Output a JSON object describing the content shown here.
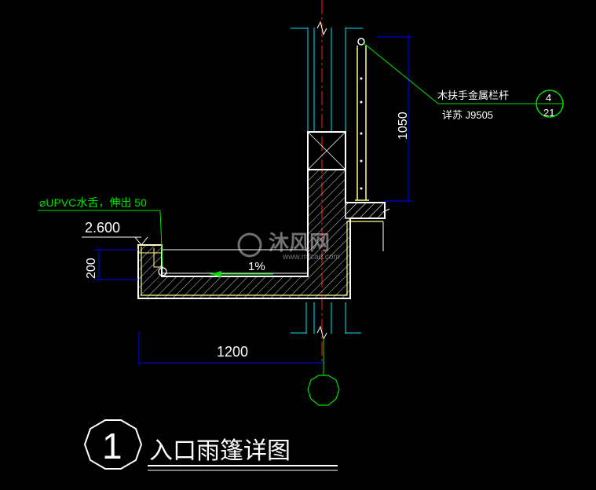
{
  "drawing": {
    "handrail_note_line1": "木扶手金属栏杆",
    "handrail_note_line2": "详苏 J9505",
    "index_ref_top": "4",
    "index_ref_bottom": "21",
    "drain_note": "⌀UPVC水舌，伸出  50",
    "elevation": "2.600",
    "dim_height_railing": "1050",
    "dim_height_canopy": "200",
    "dim_width_canopy": "1200",
    "slope_label": "1%",
    "detail_number": "1",
    "detail_title": "入口雨篷详图",
    "watermark_text": "沐风网",
    "watermark_url": "www.mfcad.com"
  },
  "colors": {
    "background": "#000000",
    "annotation": "#00e000",
    "dimension": "#0000ff",
    "wall": "#00e6ff",
    "outline": "#ffffff",
    "railing": "#ffff80",
    "axis": "#ff0000"
  }
}
